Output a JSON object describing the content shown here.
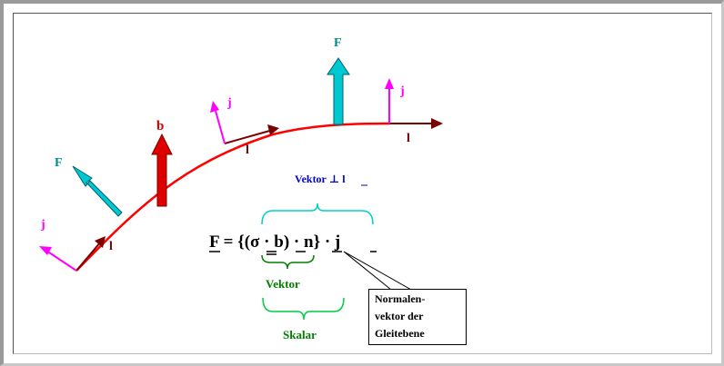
{
  "colors": {
    "curve": "#ff0000",
    "cyan_arrow": "#00c8d0",
    "cyan_label": "#008b8b",
    "red_arrow": "#dd0000",
    "magenta": "#ff00ff",
    "darkred": "#7a0000",
    "green": "#008000",
    "blue": "#0000cc",
    "teal_brace": "#00d0c8"
  },
  "labels": {
    "F_top": "F",
    "F_left": "F",
    "b": "b",
    "j_top_right": "j",
    "j_mid": "j",
    "j_left": "j",
    "l_right": "l",
    "l_mid": "l",
    "l_left": "l"
  },
  "formula": {
    "F": "F",
    "eq_open": " = {(",
    "sigma": "σ",
    "dot1": " · ",
    "b": "b",
    "close_paren": ")",
    "dot2": " · ",
    "n": "n",
    "close_brace": "}",
    "dot3": " · ",
    "j": "j"
  },
  "annotations": {
    "vektor_perp_l": "Vektor ⊥ l",
    "vektor": "Vektor",
    "skalar": "Skalar"
  },
  "callout": {
    "line1": "Normalen-",
    "line2": "vektor der",
    "line3": "Gleitebene"
  }
}
